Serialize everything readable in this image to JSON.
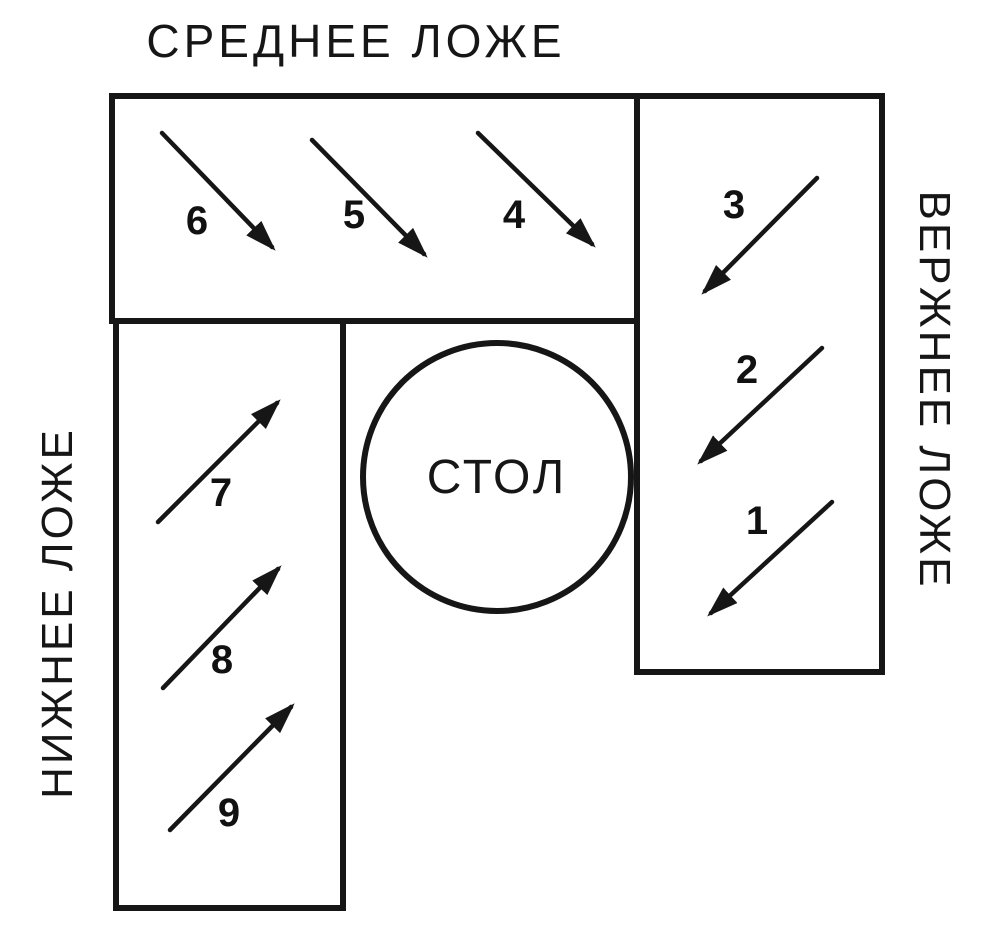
{
  "diagram": {
    "table_label": "СТОЛ",
    "couches": {
      "middle": {
        "label": "СРЕДНЕЕ ЛОЖЕ",
        "side": "top",
        "arrow_direction": "down-right",
        "positions": [
          "6",
          "5",
          "4"
        ]
      },
      "upper": {
        "label": "ВЕРЖНЕЕ ЛОЖЕ",
        "side": "right",
        "arrow_direction": "down-left",
        "positions": [
          "3",
          "2",
          "1"
        ]
      },
      "lower": {
        "label": "НИЖНЕЕ ЛОЖЕ",
        "side": "left",
        "arrow_direction": "up-right",
        "positions": [
          "7",
          "8",
          "9"
        ]
      }
    },
    "colors": {
      "ink": "#161616",
      "background": "#ffffff"
    }
  }
}
